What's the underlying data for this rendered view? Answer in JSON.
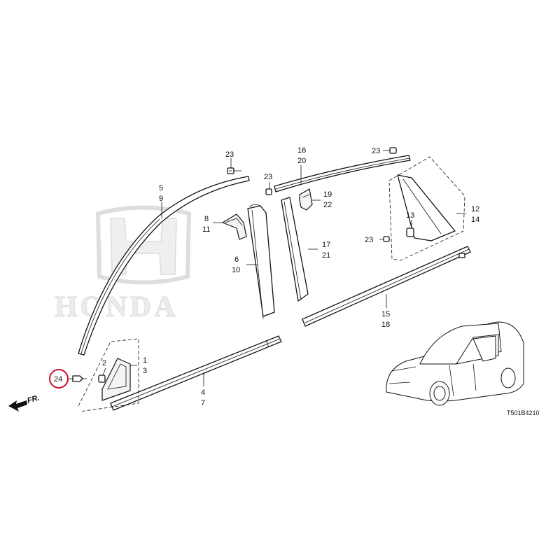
{
  "watermark": {
    "brand_text": "HONDA"
  },
  "diagram_code": "T501B4210",
  "front_label": "FR.",
  "highlight_color": "#c8102e",
  "callouts": {
    "c23a": "23",
    "c23b": "23",
    "c23c": "23",
    "c23d": "23",
    "c16": "16",
    "c20": "20",
    "c5": "5",
    "c9": "9",
    "c19": "19",
    "c22": "22",
    "c8": "8",
    "c11": "11",
    "c13": "13",
    "c12": "12",
    "c14": "14",
    "c6": "6",
    "c10": "10",
    "c17": "17",
    "c21": "21",
    "c15": "15",
    "c18": "18",
    "c1": "1",
    "c3": "3",
    "c2": "2",
    "c24": "24",
    "c4": "4",
    "c7": "7"
  }
}
